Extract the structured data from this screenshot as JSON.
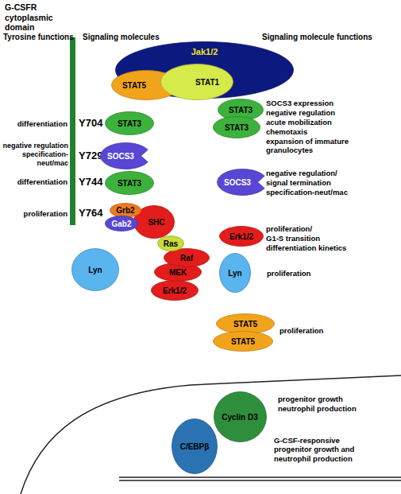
{
  "diagram": {
    "nodes": [
      {
        "text": [
          "Jak1/2"
        ]
      },
      {
        "text": [
          "STAT5"
        ]
      },
      {
        "text": [
          "STAT1"
        ]
      },
      {
        "text": [
          "STAT3"
        ]
      },
      {
        "text": [
          "SOCS3"
        ]
      },
      {
        "text": [
          "STAT3"
        ]
      },
      {
        "text": [
          "Grb2"
        ]
      },
      {
        "text": [
          "Gab2"
        ]
      },
      {
        "text": [
          "SHC"
        ]
      },
      {
        "text": [
          "Ras"
        ]
      },
      {
        "text": [
          "Raf"
        ]
      },
      {
        "text": [
          "MEK"
        ]
      },
      {
        "text": [
          "Erk1/2"
        ]
      },
      {
        "text": [
          "Lyn"
        ]
      },
      {
        "text": [
          "STAT3"
        ]
      },
      {
        "text": [
          "STAT3"
        ]
      },
      {
        "text": [
          "SOCS3"
        ]
      },
      {
        "text": [
          "Erk1/2"
        ]
      },
      {
        "text": [
          "Lyn"
        ]
      },
      {
        "text": [
          "STAT5"
        ]
      },
      {
        "text": [
          "STAT5"
        ]
      },
      {
        "text": [
          "Cyclin D3"
        ]
      },
      {
        "text": [
          "C/EBPβ"
        ]
      }
    ],
    "labels": [
      "G-CSFR cytoplasmic domain",
      "Tyrosine functions",
      "Signaling molecules",
      "Signaling molecule functions",
      "differentiation",
      "Y704",
      "negative regulation specification-neut/mac",
      "Y729",
      "differentiation",
      "Y744",
      "proliferation",
      "Y764",
      "SOCS3 expression",
      "negative regulation",
      "acute mobilization",
      "chemotaxis",
      "expansion of immature granulocytes",
      "negative regulation/",
      "signal termination",
      "specification-neut/mac",
      "proliferation/",
      "G1-S transition",
      "differentiation kinetics",
      "proliferation",
      "proliferation",
      "progenitor growth",
      "neutrophil production",
      "G-CSF-responsive progenitor growth and neutrophil production"
    ]
  }
}
